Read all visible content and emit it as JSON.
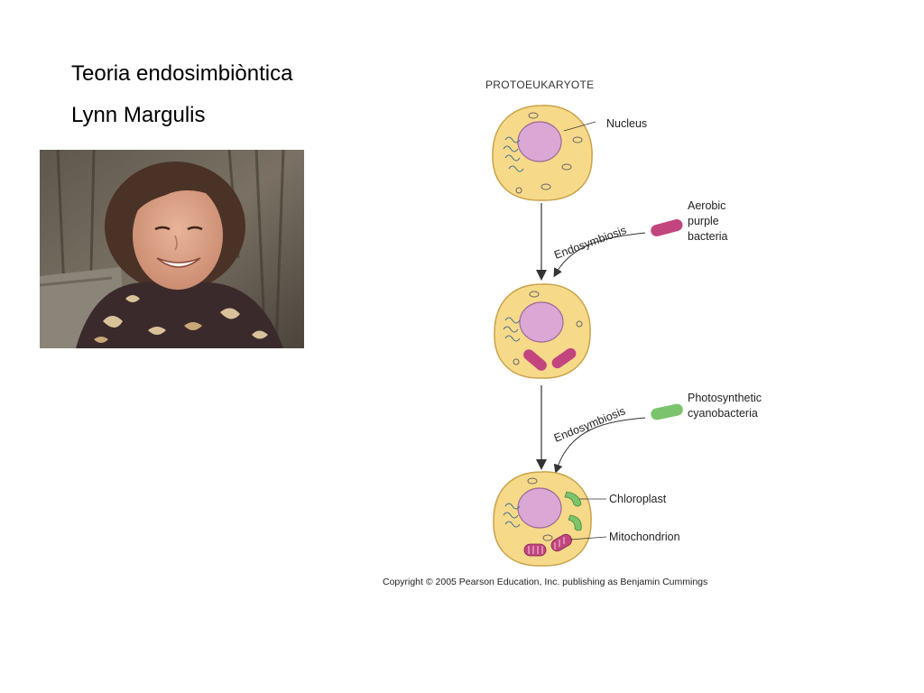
{
  "slide": {
    "title": "Teoria endosimbiòntica",
    "subtitle": "Lynn Margulis"
  },
  "diagram": {
    "heading": "PROTOEUKARYOTE",
    "labels": {
      "nucleus": "Nucleus",
      "aerobic_line1": "Aerobic",
      "aerobic_line2": "purple",
      "aerobic_line3": "bacteria",
      "endosymbiosis_1": "Endosymbiosis",
      "photosynthetic_line1": "Photosynthetic",
      "photosynthetic_line2": "cyanobacteria",
      "endosymbiosis_2": "Endosymbiosis",
      "chloroplast": "Chloroplast",
      "mitochondrion": "Mitochondrion"
    },
    "copyright": "Copyright © 2005 Pearson Education, Inc. publishing as Benjamin Cummings",
    "colors": {
      "cell_fill": "#f7d98a",
      "cell_stroke": "#c9a24a",
      "nucleus_fill": "#dba8d6",
      "purple_bacteria": "#c2457e",
      "cyanobacteria": "#7cc46c",
      "arrow": "#333333"
    }
  }
}
